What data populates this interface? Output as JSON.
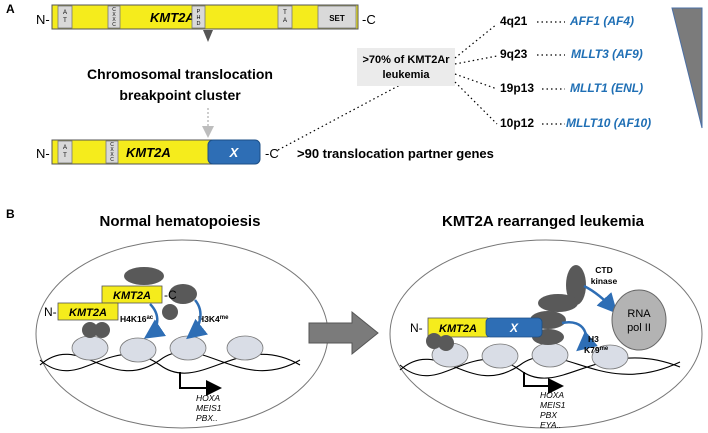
{
  "panel_a": {
    "label": "A",
    "n_term": "N-",
    "c_term": "-C",
    "domains": {
      "at": "A T",
      "cxxc": "CXXC",
      "kmt2a": "KMT2A",
      "phd": "PHD",
      "ta": "T A",
      "set": "SET",
      "x": "X"
    },
    "breakpoint_line1": "Chromosomal translocation",
    "breakpoint_line2": "breakpoint cluster",
    "partner_genes": ">90 translocation partner genes",
    "leukemia_box_line1": ">70% of KMT2Ar",
    "leukemia_box_line2": "leukemia",
    "partners": [
      {
        "locus": "4q21",
        "gene": "AFF1 (AF4)"
      },
      {
        "locus": "9q23",
        "gene": "MLLT3 (AF9)"
      },
      {
        "locus": "19p13",
        "gene": "MLLT1 (ENL)"
      },
      {
        "locus": "10p12",
        "gene": "MLLT10 (AF10)"
      }
    ]
  },
  "panel_b": {
    "label": "B",
    "left_title": "Normal hematopoiesis",
    "right_title": "KMT2A rearranged leukemia",
    "left": {
      "kmt2a_top": "KMT2A",
      "kmt2a_bottom": "KMT2A",
      "n_term": "N-",
      "c_term": "-C",
      "mark1": "H4K16",
      "mark1_sup": "ac",
      "mark2": "H3K4",
      "mark2_sup": "me",
      "genes": [
        "HOXA",
        "MEIS1",
        "PBX.."
      ]
    },
    "right": {
      "n_term": "N-",
      "kmt2a": "KMT2A",
      "x": "X",
      "ctd_line1": "CTD",
      "ctd_line2": "kinase",
      "rna_line1": "RNA",
      "rna_line2": "pol II",
      "mark_line1": "H3",
      "mark_line2": "K79",
      "mark_sup": "me",
      "genes": [
        "HOXA",
        "MEIS1",
        "PBX",
        "EYA.."
      ]
    }
  },
  "colors": {
    "yellow": "#f5ec1c",
    "blue": "#2e6eb5",
    "gene_blue": "#1f6fb5",
    "gray_dark": "#595959",
    "gray_light": "#d9dde6",
    "box_gray": "#ebebeb"
  }
}
